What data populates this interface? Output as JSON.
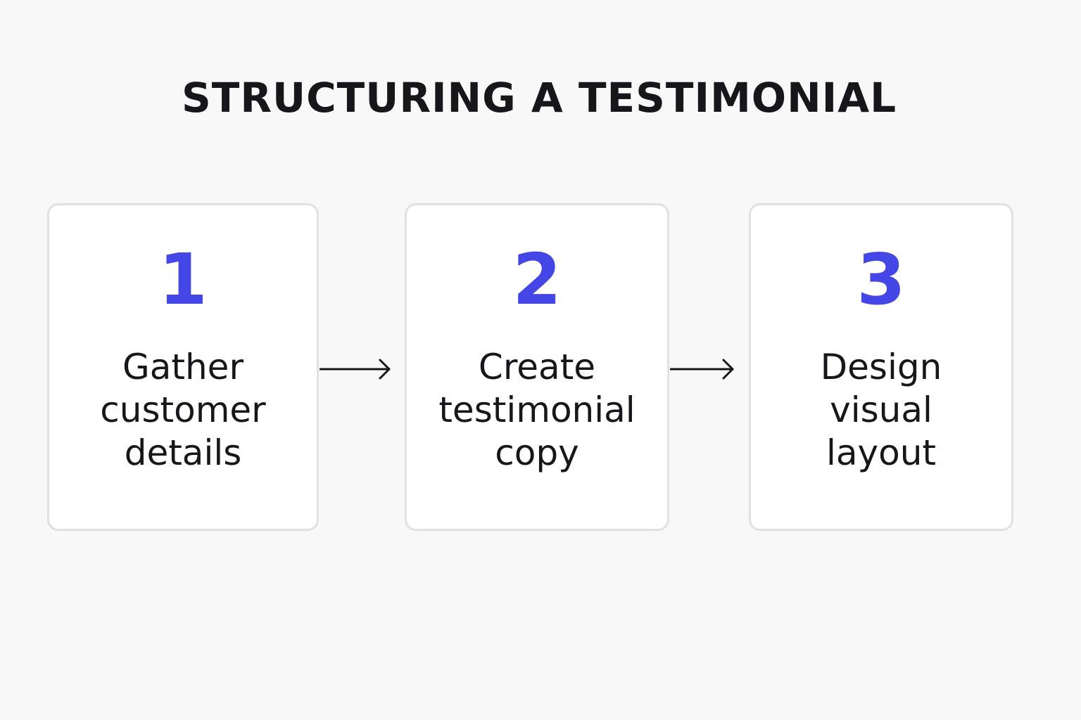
{
  "title": "STRUCTURING A TESTIMONIAL",
  "steps": [
    {
      "number": "1",
      "lines": [
        "Gather",
        "customer",
        "details"
      ]
    },
    {
      "number": "2",
      "lines": [
        "Create",
        "testimonial",
        "copy"
      ]
    },
    {
      "number": "3",
      "lines": [
        "Design",
        "visual",
        "layout"
      ]
    }
  ],
  "colors": {
    "accent": "#4447e6",
    "text": "#17171b",
    "card_border": "#e1e1e3",
    "background": "#f8f8f8"
  },
  "icons": {
    "connector": "arrow-right-icon"
  }
}
